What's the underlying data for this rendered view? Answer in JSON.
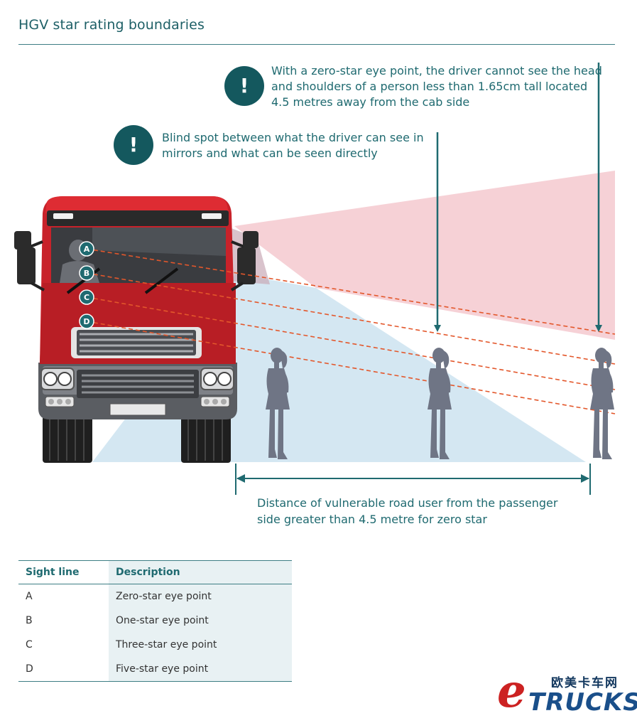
{
  "title": "HGV star rating boundaries",
  "callouts": {
    "zero_star": "With a zero-star eye point, the driver cannot see the head and shoulders of a person less than 1.65cm tall located 4.5 metres away from the cab side",
    "blind_spot": "Blind spot between what the driver can see in mirrors and what can be seen directly",
    "alert_symbol": "!"
  },
  "sight_line_markers": [
    "A",
    "B",
    "C",
    "D"
  ],
  "distance_label": "Distance of vulnerable road user from the passenger side greater than 4.5 metre for zero star",
  "legend": {
    "headers": [
      "Sight line",
      "Description"
    ],
    "rows": [
      [
        "A",
        "Zero-star eye point"
      ],
      [
        "B",
        "One-star eye point"
      ],
      [
        "C",
        "Three-star eye point"
      ],
      [
        "D",
        "Five-star eye point"
      ]
    ]
  },
  "logo": {
    "letter": "e",
    "word": "TRUCKS",
    "chinese": "欧美卡车网"
  },
  "colors": {
    "teal": "#1f6a70",
    "dark_teal": "#14585e",
    "pink_zone": "#f4c9cf",
    "blue_zone": "#cfe4f1",
    "truck_red": "#c8222a",
    "sight_line": "#e3572b",
    "pedestrian": "#6f7585"
  }
}
